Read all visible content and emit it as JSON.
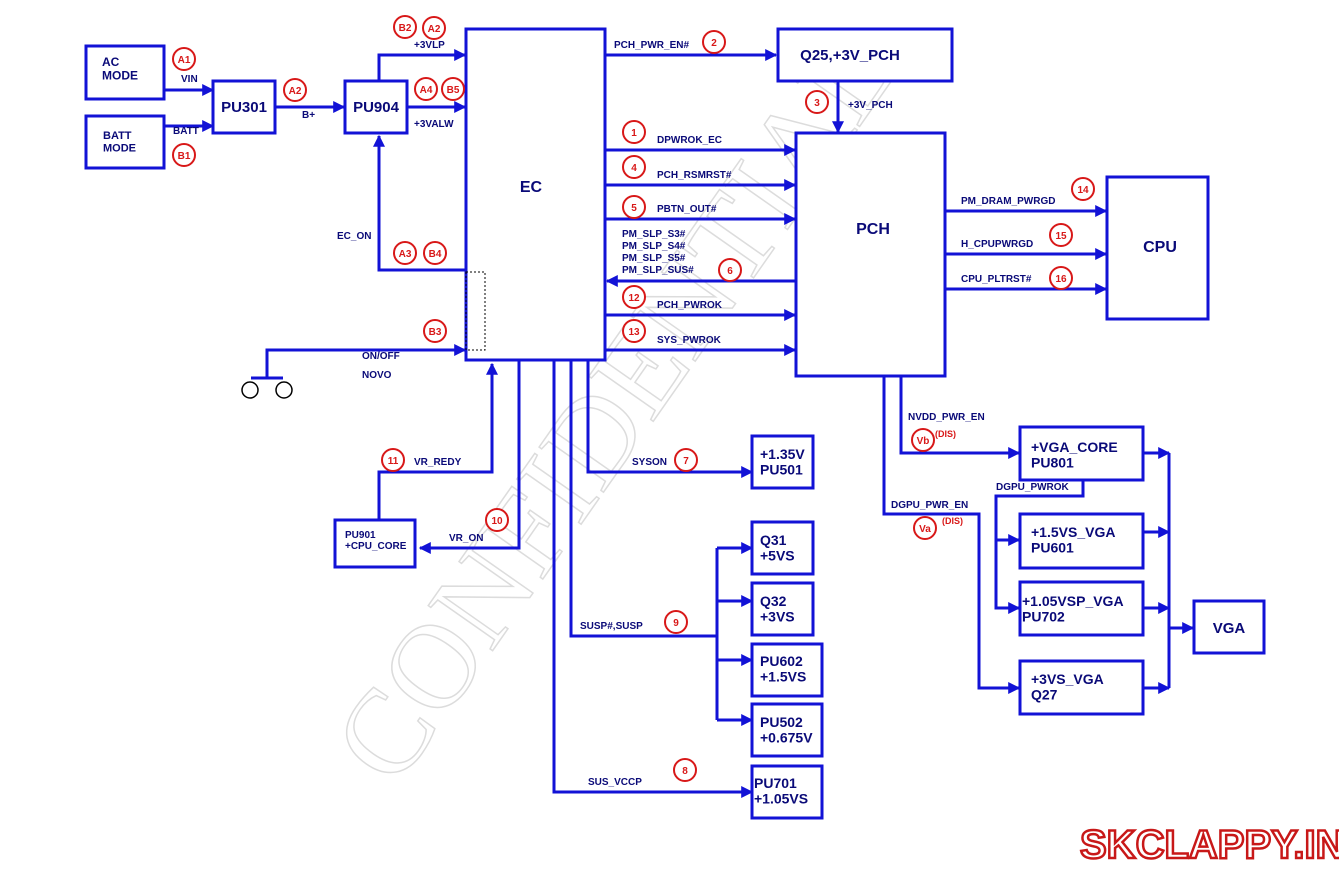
{
  "watermark": "CONFIDENTIAL",
  "logo": "SKCLAPPY.IN",
  "blocks": {
    "ac_mode": "AC\nMODE",
    "batt_mode": "BATT\nMODE",
    "pu301": "PU301",
    "pu904": "PU904",
    "ec": "EC",
    "q25": "Q25,+3V_PCH",
    "pch": "PCH",
    "cpu": "CPU",
    "pu501": "+1.35V\nPU501",
    "pu901": "PU901\n+CPU_CORE",
    "q31": "Q31\n+5VS",
    "q32": "Q32\n+3VS",
    "pu602": "PU602\n+1.5VS",
    "pu502": "PU502\n+0.675V",
    "pu701": "PU701\n+1.05VS",
    "pu801": "+VGA_CORE\nPU801",
    "pu601": "+1.5VS_VGA\nPU601",
    "pu702": "+1.05VSP_VGA\nPU702",
    "q27": "+3VS_VGA\nQ27",
    "vga": "VGA"
  },
  "signals": {
    "vin": "VIN",
    "batt": "BATT",
    "bplus": "B+",
    "v3vlp": "+3VLP",
    "v3valw": "+3VALW",
    "ec_on": "EC_ON",
    "onoff": "ON/OFF",
    "novo": "NOVO",
    "pch_pwr_en": "PCH_PWR_EN#",
    "v3v_pch": "+3V_PCH",
    "dpwrok_ec": "DPWROK_EC",
    "pch_rsmrst": "PCH_RSMRST#",
    "pbtn_out": "PBTN_OUT#",
    "pm_slp_s3": "PM_SLP_S3#",
    "pm_slp_s4": "PM_SLP_S4#",
    "pm_slp_s5": "PM_SLP_S5#",
    "pm_slp_sus": "PM_SLP_SUS#",
    "pch_pwrok": "PCH_PWROK",
    "sys_pwrok": "SYS_PWROK",
    "pm_dram_pwrgd": "PM_DRAM_PWRGD",
    "h_cpupwrgd": "H_CPUPWRGD",
    "cpu_pltrst": "CPU_PLTRST#",
    "vr_redy": "VR_REDY",
    "vr_on": "VR_ON",
    "syson": "SYSON",
    "susp": "SUSP#,SUSP",
    "sus_vccp": "SUS_VCCP",
    "nvdd_pwr_en": "NVDD_PWR_EN",
    "dgpu_pwr_en": "DGPU_PWR_EN",
    "dgpu_pwrok": "DGPU_PWROK"
  },
  "badges": {
    "a1": "A1",
    "b1": "B1",
    "a2_top": "A2",
    "a2_pu301": "A2",
    "b2": "B2",
    "a4": "A4",
    "b5": "B5",
    "a3": "A3",
    "b4": "B4",
    "b3": "B3",
    "n1": "1",
    "n2": "2",
    "n3": "3",
    "n4": "4",
    "n5": "5",
    "n6": "6",
    "n7": "7",
    "n8": "8",
    "n9": "9",
    "n10": "10",
    "n11": "11",
    "n12": "12",
    "n13": "13",
    "n14": "14",
    "n15": "15",
    "n16": "16",
    "vb": "Vb",
    "va": "Va"
  },
  "dis_notes": {
    "vb": "(DIS)",
    "va": "(DIS)"
  },
  "colors": {
    "wire": "#1212d6",
    "label": "#0a0a78",
    "badge": "#d81818",
    "watermark": "#dcdcdc"
  }
}
